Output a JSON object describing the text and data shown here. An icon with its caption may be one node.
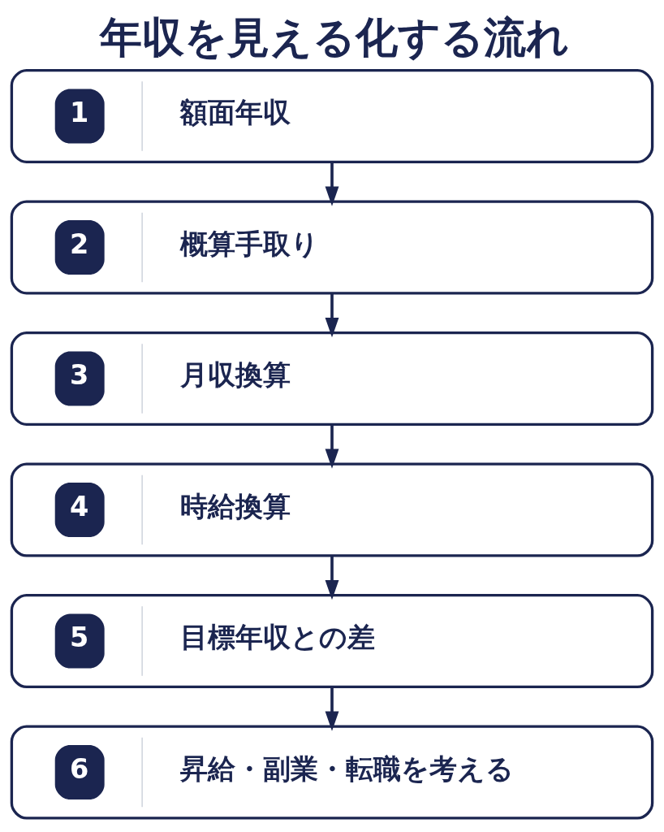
{
  "diagram": {
    "title": "年収を見える化する流れ",
    "nodes": [
      {
        "text": [
          "1",
          "額面年収"
        ]
      },
      {
        "text": [
          "2",
          "概算手取り"
        ]
      },
      {
        "text": [
          "3",
          "月収換算"
        ]
      },
      {
        "text": [
          "4",
          "時給換算"
        ]
      },
      {
        "text": [
          "5",
          "目標年収との差"
        ]
      },
      {
        "text": [
          "6",
          "昇給・副業・転職を考える"
        ]
      }
    ],
    "edges": [
      {
        "from": 0,
        "to": 1,
        "arrow": "to"
      },
      {
        "from": 1,
        "to": 2,
        "arrow": "to"
      },
      {
        "from": 2,
        "to": 3,
        "arrow": "to"
      },
      {
        "from": 3,
        "to": 4,
        "arrow": "to"
      },
      {
        "from": 4,
        "to": 5,
        "arrow": "to"
      }
    ]
  }
}
